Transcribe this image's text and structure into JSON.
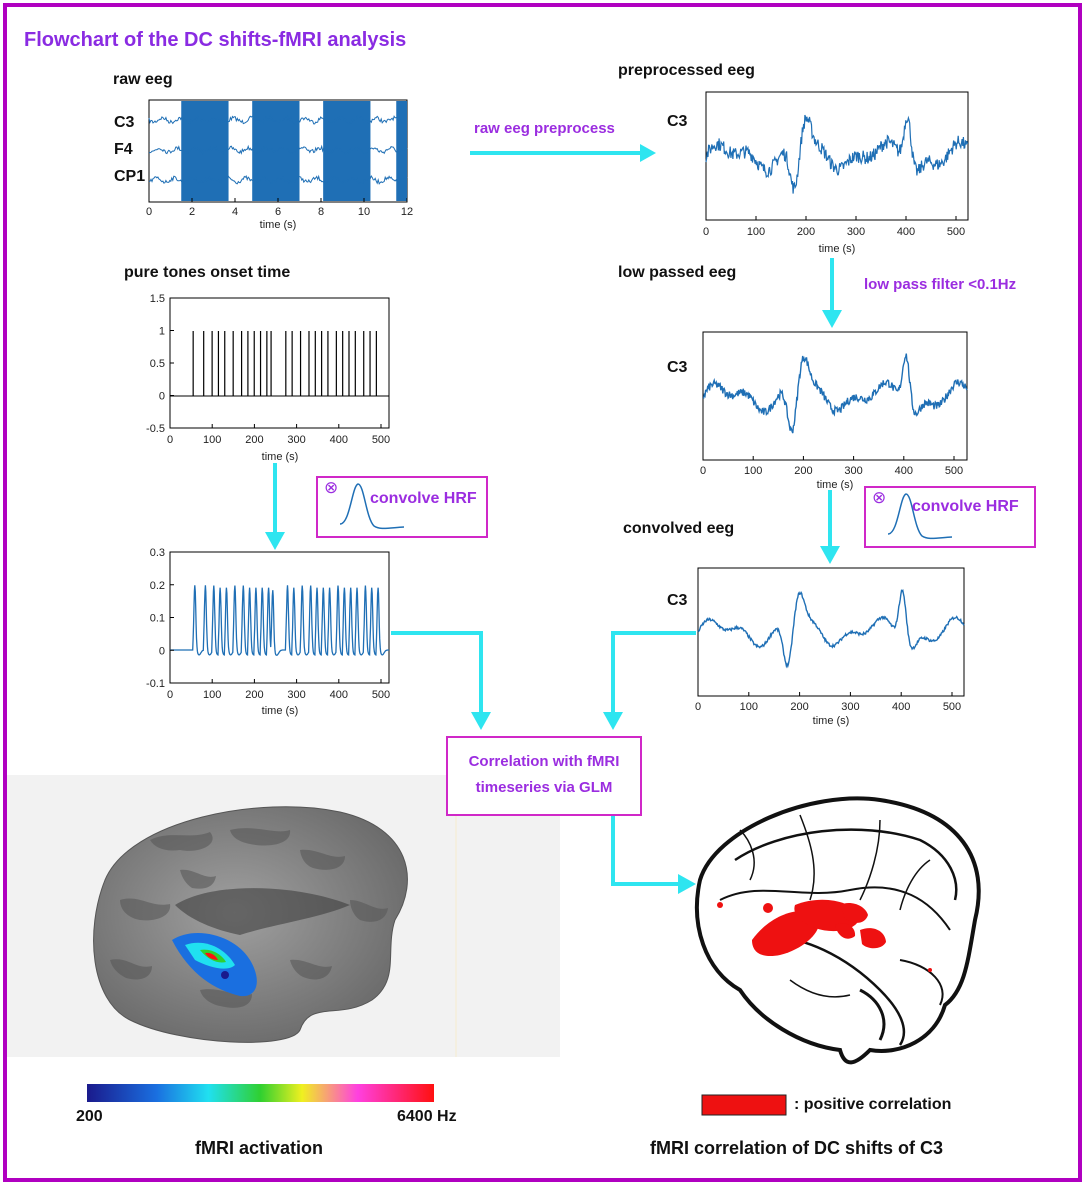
{
  "title": "Flowchart of the DC shifts-fMRI analysis",
  "raw": {
    "label": "raw eeg",
    "channels": [
      "C3",
      "F4",
      "CP1"
    ],
    "ticks": [
      "0",
      "2",
      "4",
      "6",
      "8",
      "10",
      "12"
    ],
    "xlabel": "time (s)"
  },
  "preprocess_label": "raw eeg preprocess",
  "pre": {
    "label": "preprocessed eeg",
    "channel": "C3",
    "ticks": [
      "0",
      "100",
      "200",
      "300",
      "400",
      "500"
    ],
    "xlabel": "time (s)"
  },
  "lowpass_label": "low pass filter <0.1Hz",
  "low": {
    "label": "low passed eeg",
    "channel": "C3",
    "ticks": [
      "0",
      "100",
      "200",
      "300",
      "400",
      "500"
    ],
    "xlabel": "time (s)"
  },
  "conv": {
    "label": "convolved eeg",
    "channel": "C3",
    "ticks": [
      "0",
      "100",
      "200",
      "300",
      "400",
      "500"
    ],
    "xlabel": "time (s)"
  },
  "tones": {
    "label": "pure tones onset time",
    "yticks": [
      "1.5",
      "1",
      "0.5",
      "0",
      "-0.5"
    ],
    "ticks": [
      "0",
      "100",
      "200",
      "300",
      "400",
      "500"
    ],
    "xlabel": "time (s)"
  },
  "convtones": {
    "yticks": [
      "0.3",
      "0.2",
      "0.1",
      "0",
      "-0.1"
    ],
    "ticks": [
      "0",
      "100",
      "200",
      "300",
      "400",
      "500"
    ],
    "xlabel": "time (s)"
  },
  "hrf_left": {
    "symbol": "⊗",
    "label": "convolve HRF"
  },
  "hrf_right": {
    "symbol": "⊗",
    "label": "convolve HRF"
  },
  "corr": {
    "line1": "Correlation with fMRI",
    "line2": "timeseries via GLM"
  },
  "colorbar": {
    "min": "200",
    "max": "6400 Hz"
  },
  "fmri_activation_label": "fMRI activation",
  "legend_label": ": positive correlation",
  "fmri_corr_label": "fMRI correlation of DC shifts of C3",
  "colors": {
    "frame": "#b000c0",
    "arrow": "#2ee5f0",
    "signal": "#1f6fb5",
    "accent": "#9b2de0",
    "positive": "#ee1111"
  }
}
